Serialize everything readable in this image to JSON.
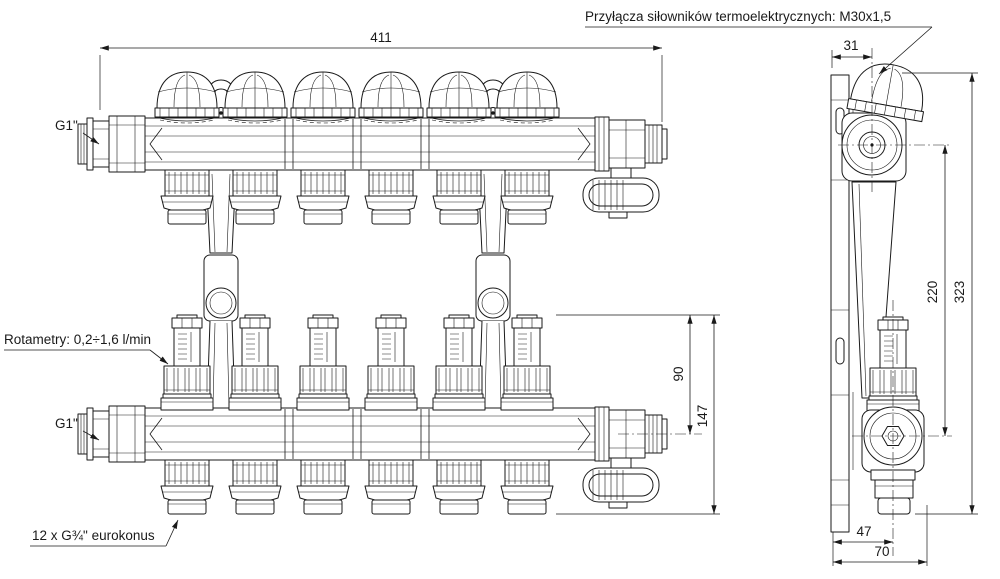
{
  "drawing": {
    "labels": {
      "actuators": "Przyłącza siłowników termoelektrycznych: M30x1,5",
      "supply_top": "G1\"",
      "rotameters": "Rotametry: 0,2÷1,6 l/min",
      "supply_bottom": "G1\"",
      "eurokonus": "12 x G¾\" eurokonus"
    },
    "dimensions": {
      "overall_width": "411",
      "actuator_offset": "31",
      "axis_spacing": "220",
      "overall_height": "323",
      "rotameter_to_axis": "90",
      "rotameter_to_bottom": "147",
      "depth_to_axis": "47",
      "overall_depth": "70"
    },
    "colors": {
      "line": "#1a1a1a",
      "background": "#ffffff"
    }
  }
}
